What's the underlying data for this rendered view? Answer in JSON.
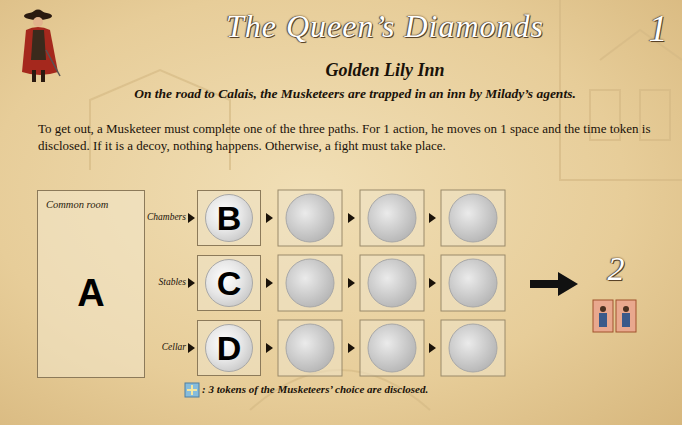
{
  "diagram": {
    "title": "The Queen’s Diamonds",
    "nodes": [
      {
        "text": [
          "Common room",
          "A"
        ]
      },
      {
        "text": [
          "B"
        ]
      },
      {
        "text": [
          "C"
        ]
      },
      {
        "text": [
          "D"
        ]
      }
    ],
    "labels": [
      "1",
      "Golden Lily Inn",
      "On the road to Calais, the Musketeers are trapped in an inn by Milady’s agents.",
      "To get out, a Musketeer must complete one of the three paths. For 1 action, he moves on 1 space and the time token is disclosed. If it is a decoy, nothing happens. Otherwise, a fight must take place.",
      "Chambers",
      "Stables",
      "Cellar",
      "2",
      ": 3 tokens of the Musketeers’ choice are disclosed."
    ]
  }
}
